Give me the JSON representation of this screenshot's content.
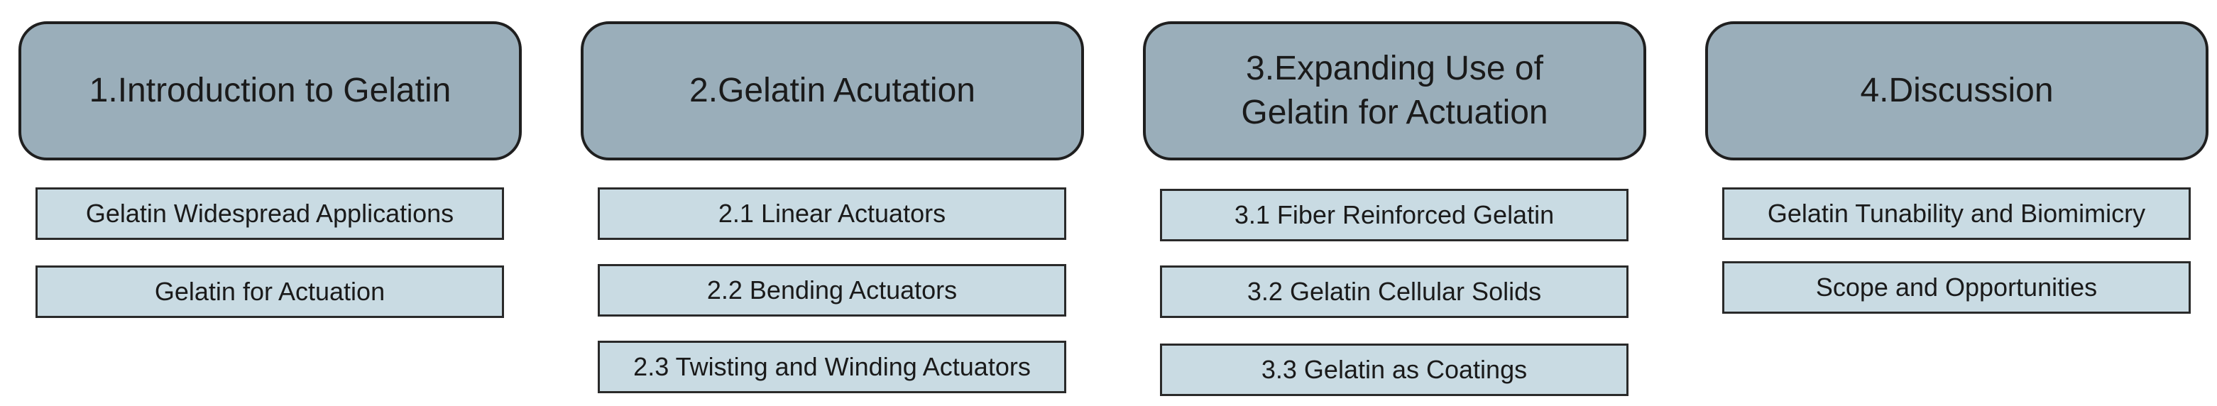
{
  "sections": [
    {
      "title": "1.Introduction to Gelatin",
      "items": [
        "Gelatin Widespread Applications",
        "Gelatin for Actuation"
      ]
    },
    {
      "title": "2.Gelatin Acutation",
      "items": [
        "2.1  Linear Actuators",
        "2.2 Bending Actuators",
        "2.3 Twisting and Winding Actuators"
      ]
    },
    {
      "title": "3.Expanding Use of\nGelatin for Actuation",
      "items": [
        "3.1 Fiber Reinforced Gelatin",
        "3.2 Gelatin Cellular Solids",
        "3.3 Gelatin as Coatings"
      ]
    },
    {
      "title": "4.Discussion",
      "items": [
        "Gelatin Tunability and Biomimicry",
        "Scope and Opportunities"
      ]
    }
  ],
  "colors": {
    "header_fill": "#9aaeba",
    "item_fill": "#c9dbe3",
    "border": "#1f1f1f"
  }
}
